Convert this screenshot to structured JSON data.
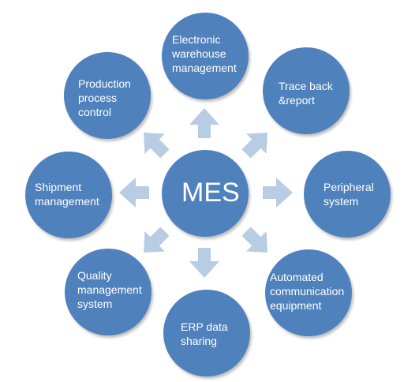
{
  "center": {
    "label": "MES"
  },
  "nodes": [
    {
      "id": "electronic-warehouse",
      "lines": [
        "Electronic",
        "warehouse",
        "management"
      ]
    },
    {
      "id": "trace-back",
      "lines": [
        "Trace back",
        "&report"
      ]
    },
    {
      "id": "peripheral-system",
      "lines": [
        "Peripheral",
        "system"
      ]
    },
    {
      "id": "automated-communication",
      "lines": [
        "Automated",
        "communication",
        "equipment"
      ]
    },
    {
      "id": "erp-data-sharing",
      "lines": [
        "ERP data",
        "sharing"
      ]
    },
    {
      "id": "quality-management",
      "lines": [
        "Quality",
        "management",
        "system"
      ]
    },
    {
      "id": "shipment-management",
      "lines": [
        "Shipment",
        "management"
      ]
    },
    {
      "id": "production-process",
      "lines": [
        "Production",
        "process",
        "control"
      ]
    }
  ],
  "colors": {
    "node_fill": "#4f81bd",
    "arrow_fill": "#b8cce4",
    "label_text": "#ffffff"
  }
}
